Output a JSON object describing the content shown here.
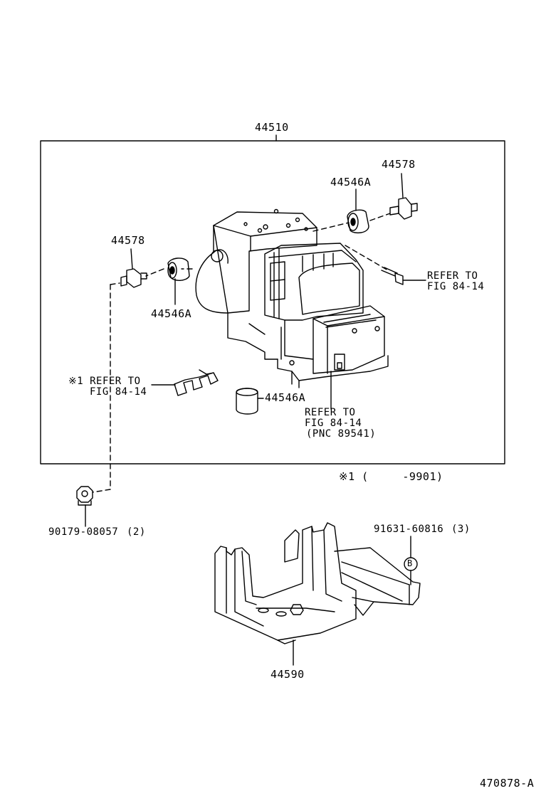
{
  "labels": {
    "assembly": "44510",
    "cushion_top": "44546A",
    "bolt_top_right": "44578",
    "bolt_left": "44578",
    "cushion_left": "44546A",
    "cushion_bottom": "44546A",
    "refer_right_1": "REFER TO",
    "refer_right_2": "FIG 84-14",
    "refer_left_1": "※1 REFER TO",
    "refer_left_2": "FIG 84-14",
    "refer_bottom_1": "REFER TO",
    "refer_bottom_2": "FIG 84-14",
    "refer_bottom_3": "(PNC 89541)",
    "note_1": "※1 (     -9901)",
    "nut": "90179-08057",
    "nut_qty": "(2)",
    "bolt_b": "91631-60816",
    "bolt_b_qty": "(3)",
    "circle_b": "B",
    "bracket": "44590",
    "figure_id": "470878-A"
  }
}
